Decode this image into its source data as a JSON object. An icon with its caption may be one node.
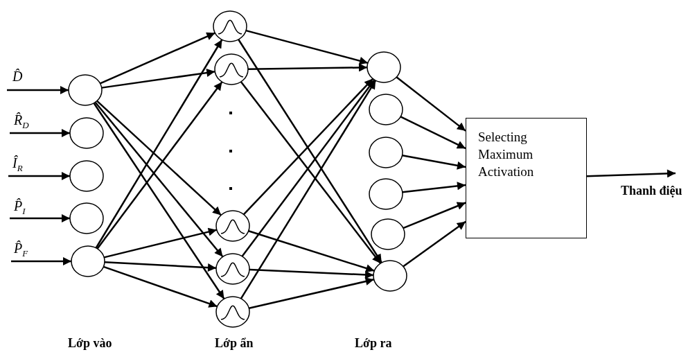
{
  "diagram": {
    "nodes": [
      {
        "text": [],
        "shape": "circle"
      },
      {
        "text": [],
        "shape": "circle"
      },
      {
        "text": [],
        "shape": "circle"
      },
      {
        "text": [],
        "shape": "circle"
      },
      {
        "text": [],
        "shape": "circle"
      },
      {
        "text": [],
        "shape": "circle"
      },
      {
        "text": [],
        "shape": "circle"
      },
      {
        "text": [],
        "shape": "circle"
      },
      {
        "text": [],
        "shape": "circle"
      },
      {
        "text": [],
        "shape": "circle"
      },
      {
        "text": [],
        "shape": "circle"
      },
      {
        "text": [],
        "shape": "circle"
      },
      {
        "text": [],
        "shape": "circle"
      },
      {
        "text": [],
        "shape": "circle"
      },
      {
        "text": [],
        "shape": "circle"
      },
      {
        "text": [],
        "shape": "circle"
      },
      {
        "text": [
          "Selecting Maximum Activation"
        ]
      }
    ],
    "edges": [
      {
        "from": null,
        "to": 0,
        "arrow": "to",
        "label": "D̂"
      },
      {
        "from": null,
        "to": 1,
        "arrow": "to",
        "label": "R̂$_{D}$"
      },
      {
        "from": null,
        "to": 2,
        "arrow": "to",
        "label": "Î$_{R}$"
      },
      {
        "from": null,
        "to": 3,
        "arrow": "to",
        "label": "P̂$_{I}$"
      },
      {
        "from": null,
        "to": 4,
        "arrow": "to",
        "label": "P̂$_{F}$"
      },
      {
        "from": 0,
        "to": 5,
        "arrow": "to"
      },
      {
        "from": 0,
        "to": 6,
        "arrow": "to"
      },
      {
        "from": 0,
        "to": 7,
        "arrow": "to"
      },
      {
        "from": 0,
        "to": 8,
        "arrow": "to"
      },
      {
        "from": 0,
        "to": 9,
        "arrow": "to"
      },
      {
        "from": 4,
        "to": 5,
        "arrow": "to"
      },
      {
        "from": 4,
        "to": 6,
        "arrow": "to"
      },
      {
        "from": 4,
        "to": 7,
        "arrow": "to"
      },
      {
        "from": 4,
        "to": 8,
        "arrow": "to"
      },
      {
        "from": 4,
        "to": 9,
        "arrow": "to"
      },
      {
        "from": 5,
        "to": 10,
        "arrow": "to"
      },
      {
        "from": 5,
        "to": 15,
        "arrow": "to"
      },
      {
        "from": 6,
        "to": 10,
        "arrow": "to"
      },
      {
        "from": 6,
        "to": 15,
        "arrow": "to"
      },
      {
        "from": 7,
        "to": 10,
        "arrow": "to"
      },
      {
        "from": 7,
        "to": 15,
        "arrow": "to"
      },
      {
        "from": 8,
        "to": 10,
        "arrow": "to"
      },
      {
        "from": 8,
        "to": 15,
        "arrow": "to"
      },
      {
        "from": 9,
        "to": 10,
        "arrow": "to"
      },
      {
        "from": 9,
        "to": 15,
        "arrow": "to"
      },
      {
        "from": 10,
        "to": 16,
        "arrow": "to"
      },
      {
        "from": 11,
        "to": 16,
        "arrow": "to"
      },
      {
        "from": 12,
        "to": 16,
        "arrow": "to"
      },
      {
        "from": 13,
        "to": 16,
        "arrow": "to"
      },
      {
        "from": 14,
        "to": 16,
        "arrow": "to"
      },
      {
        "from": 15,
        "to": 16,
        "arrow": "to"
      },
      {
        "from": 16,
        "to": null,
        "arrow": "to",
        "label": "Thanh điệu"
      }
    ],
    "labels": [
      "Lớp vào",
      "Lớp ẩn",
      "Lớp ra"
    ]
  }
}
